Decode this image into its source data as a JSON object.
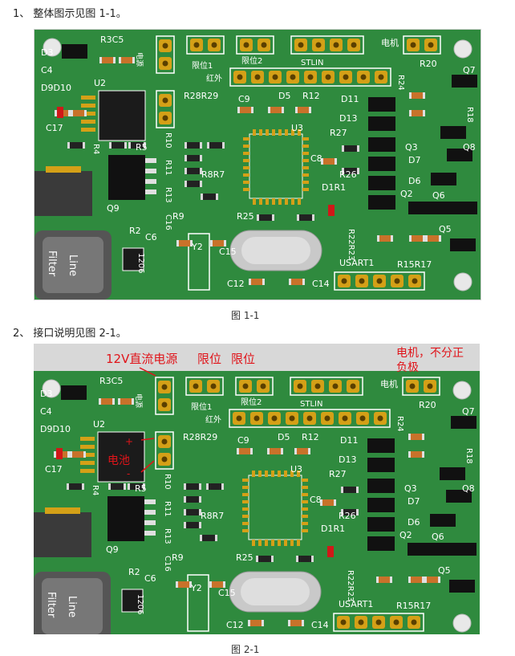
{
  "doc": {
    "section1": "1、 整体图示见图 1-1。",
    "caption1": "图 1-1",
    "section2": "2、 接口说明见图 2-1。",
    "caption2": "图 2-1"
  },
  "board": {
    "labels": {
      "D3": "D3",
      "C4": "C4",
      "D9D10": "D9D10",
      "R3C5": "R3C5",
      "U2": "U2",
      "C17": "C17",
      "R4": "R4",
      "R5": "R5",
      "Q9": "Q9",
      "R2": "R2",
      "C6": "C6",
      "R9": "R9",
      "R10": "R10",
      "R11": "R11",
      "R13": "R13",
      "C16": "C16",
      "R8R7": "R8R7",
      "R28R29": "R28R29",
      "C9": "C9",
      "D5": "D5",
      "R12": "R12",
      "U3": "U3",
      "C8": "C8",
      "R27": "R27",
      "R26": "R26",
      "D1R1": "D1R1",
      "R25": "R25",
      "Y2": "Y2",
      "C15": "C15",
      "C12": "C12",
      "C14": "C14",
      "USART1": "USART1",
      "R22R23": "R22R23",
      "R15R17": "R15R17",
      "D11": "D11",
      "D13": "D13",
      "D7": "D7",
      "D6": "D6",
      "Q2": "Q2",
      "Q3": "Q3",
      "Q5": "Q5",
      "Q6": "Q6",
      "Q7": "Q7",
      "Q8": "Q8",
      "R20": "R20",
      "R24": "R24",
      "R18": "R18",
      "motor": "电机",
      "power": "电源",
      "limit1": "限位1",
      "limit2": "限位2",
      "stlin": "STLIN",
      "infrared": "红外",
      "filter": "Filter",
      "line": "Line",
      "r1206": "1206"
    }
  },
  "annotations": {
    "power12v": "12V直流电源",
    "limit_a": "限位",
    "limit_b": "限位",
    "motor_note_line1": "电机，不分正",
    "motor_note_line2": "负极",
    "battery": "电池",
    "plus": "+",
    "minus": "-"
  },
  "colors": {
    "pcb": "#2f8a3e",
    "silkscreen": "#ffffff",
    "pad_gold": "#d4a017",
    "annotation_red": "#e0141a"
  }
}
